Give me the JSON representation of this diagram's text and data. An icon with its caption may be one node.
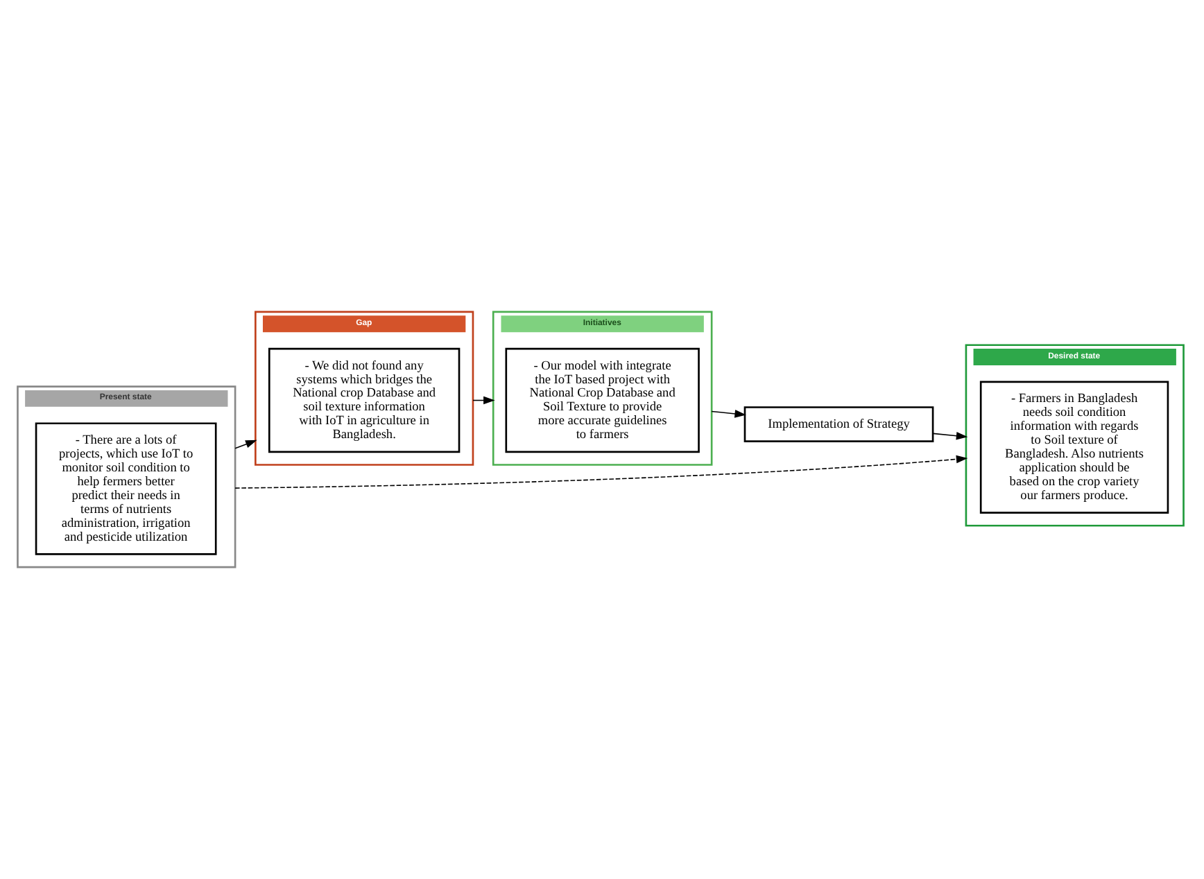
{
  "diagram": {
    "nodes": [
      {
        "text": [
          "Present state"
        ]
      },
      {
        "text": [
          "- There are a lots of projects, which use IoT to monitor soil condition to help fermers better predict their needs in terms of nutrients administration, irrigation and pesticide utilization"
        ],
        "in": 0
      },
      {
        "text": [
          "Gap"
        ]
      },
      {
        "text": [
          "- We did not found any systems which bridges the National crop Database and soil texture information with IoT in agriculture in Bangladesh."
        ],
        "in": 2
      },
      {
        "text": [
          "Initiatives"
        ]
      },
      {
        "text": [
          "- Our model with integrate the IoT based project with National Crop Database and Soil Texture to provide more accurate guidelines to farmers"
        ],
        "in": 4
      },
      {
        "text": [
          "Implementation of Strategy"
        ]
      },
      {
        "text": [
          "Desired state"
        ]
      },
      {
        "text": [
          "- Farmers in Bangladesh needs soil condition information with regards to Soil texture of Bangladesh. Also nutrients application should be based on the crop variety our farmers produce."
        ],
        "in": 7
      }
    ],
    "edges": [
      {
        "from": 0,
        "to": 7,
        "arrow": "to",
        "style": "dashed"
      },
      {
        "from": 0,
        "to": 2,
        "arrow": "to"
      },
      {
        "from": 2,
        "to": 4,
        "arrow": "to"
      },
      {
        "from": 4,
        "to": 6,
        "arrow": "to"
      },
      {
        "from": 6,
        "to": 7,
        "arrow": "to"
      }
    ]
  }
}
